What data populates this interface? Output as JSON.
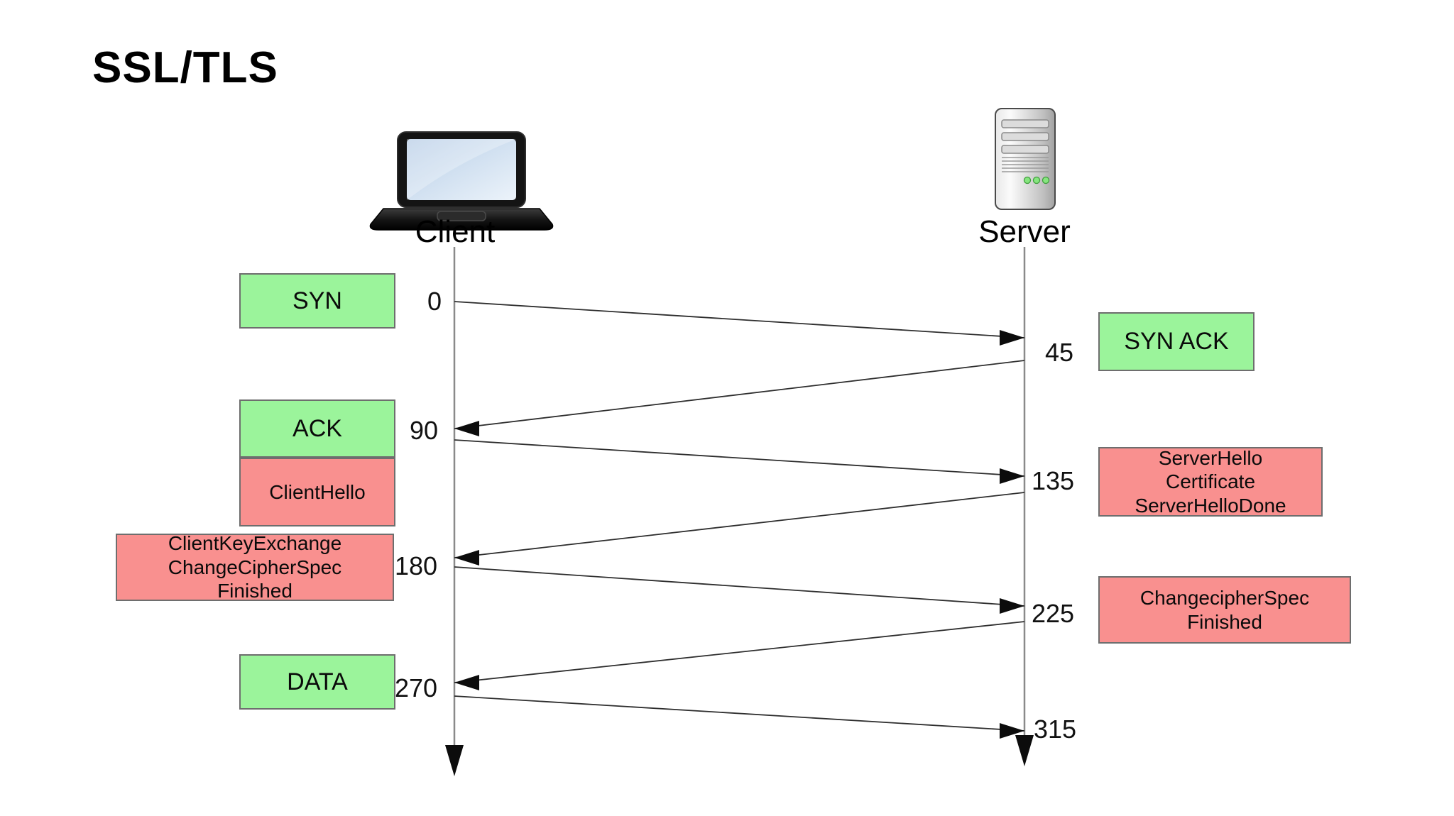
{
  "title": "SSL/TLS",
  "client": {
    "label": "Client"
  },
  "server": {
    "label": "Server"
  },
  "colors": {
    "green": "#9BF49B",
    "pink": "#F9908F",
    "box_border": "#6e6e6e",
    "lifeline": "#8a8a8a",
    "arrow": "#0c0c0c"
  },
  "messages": {
    "syn": "SYN",
    "syn_ack": "SYN ACK",
    "ack": "ACK",
    "client_hello": "ClientHello",
    "server_hello_lines": [
      "ServerHello",
      "Certificate",
      "ServerHelloDone"
    ],
    "client_key_exchange_lines": [
      "ClientKeyExchange",
      "ChangeCipherSpec",
      "Finished"
    ],
    "change_cipher_spec_lines": [
      "ChangecipherSpec",
      "Finished"
    ],
    "data": "DATA"
  },
  "time_labels": {
    "t0": "0",
    "t45": "45",
    "t90": "90",
    "t135": "135",
    "t180": "180",
    "t225": "225",
    "t270": "270",
    "t315": "315"
  }
}
